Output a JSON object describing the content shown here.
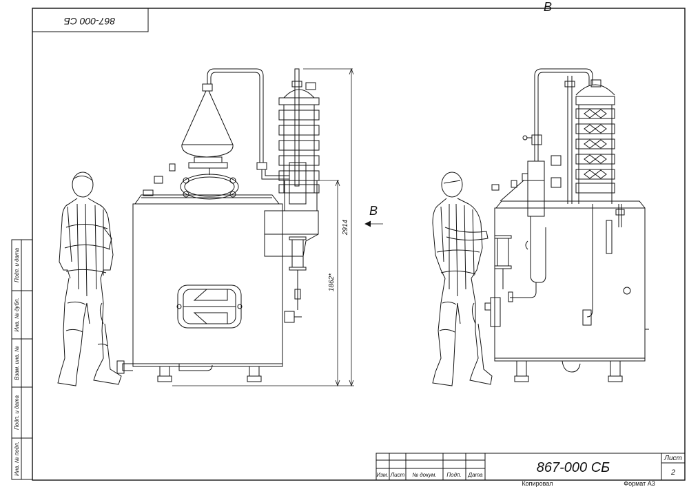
{
  "drawing": {
    "number_main": "867-000 СБ",
    "number_mirrored": "867-000 СБ",
    "view_marker": "В",
    "view_marker_top": "В"
  },
  "dimensions": {
    "overall_height": "2914",
    "body_height": "1862*"
  },
  "side_strip": {
    "labels": [
      "Подп. и дата",
      "Инв. № дубл.",
      "Взам. инв. №",
      "Подп. и дата",
      "Инв. № подл."
    ]
  },
  "title_block": {
    "columns": [
      "Изм.",
      "Лист",
      "№ докум.",
      "Подп.",
      "Дата"
    ],
    "sheet_label": "Лист",
    "sheet_number": "2",
    "copied_label": "Копировал",
    "format_label": "Формат А3"
  },
  "colors": {
    "line": "#111111",
    "paper": "#ffffff"
  }
}
